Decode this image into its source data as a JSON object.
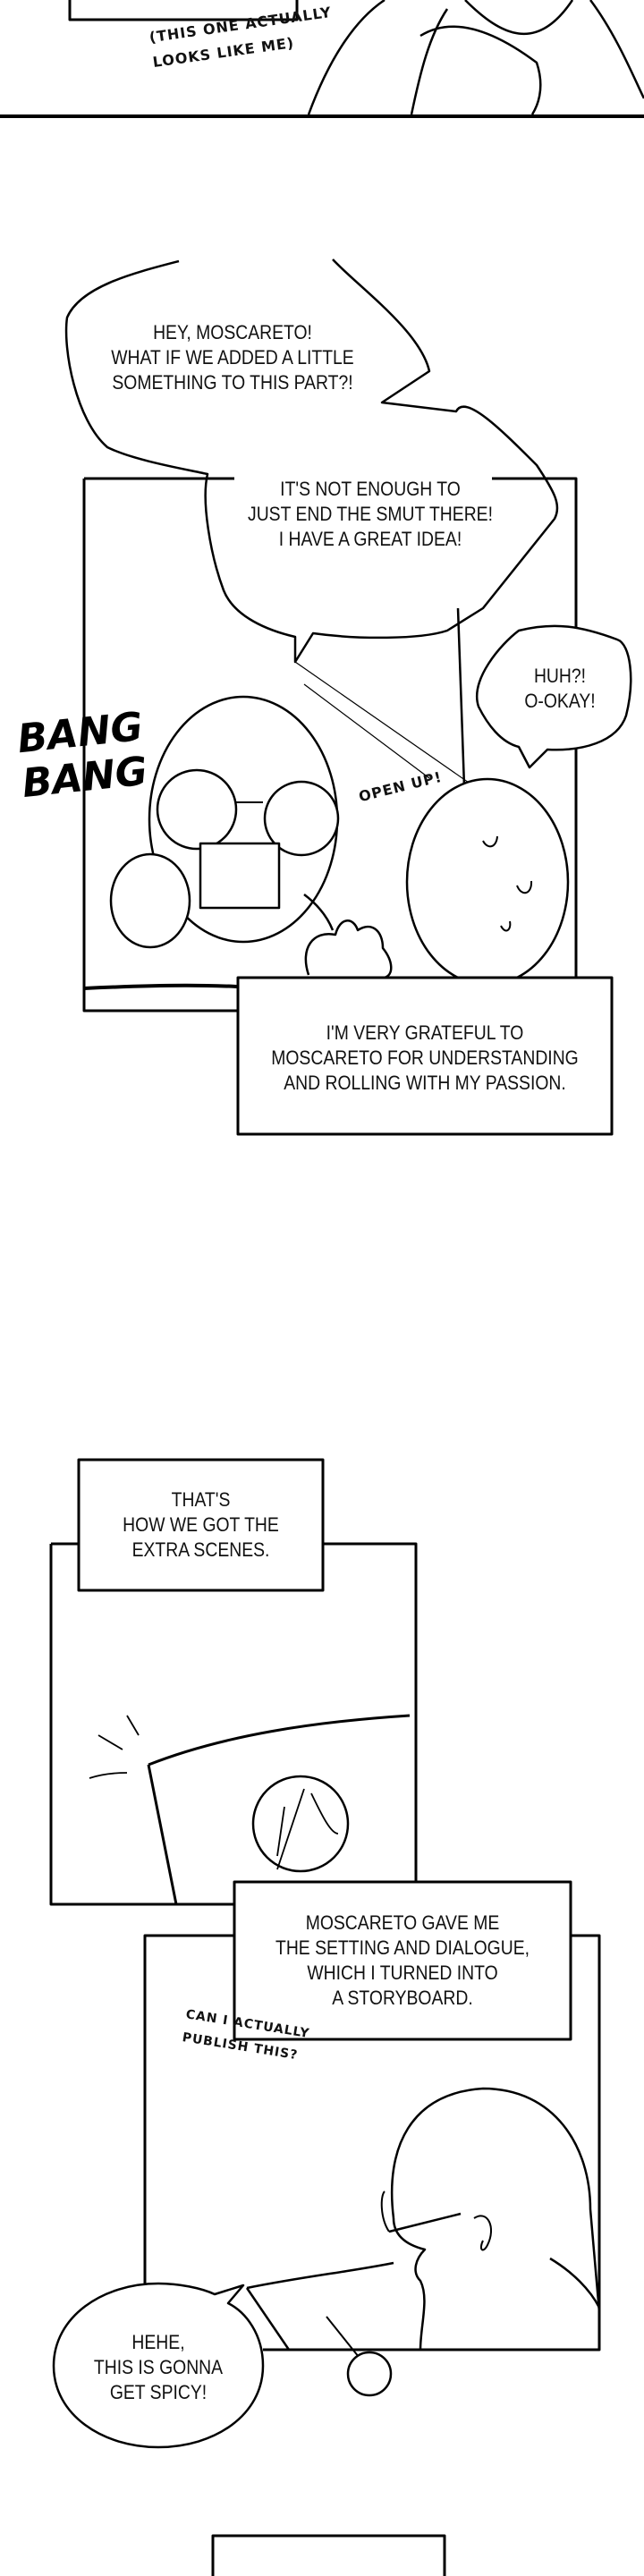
{
  "comic": {
    "aside_top": "(THIS ONE ACTUALLY\nLOOKS LIKE ME)",
    "bubble_hey": "HEY, MOSCARETO!\nWHAT IF WE ADDED A LITTLE\nSOMETHING TO THIS PART?!",
    "bubble_idea": "IT'S NOT ENOUGH TO\nJUST END THE SMUT THERE!\nI HAVE A GREAT IDEA!",
    "bubble_huh": "HUH?!\nO-OKAY!",
    "sfx_bang": "BANG\nBANG",
    "sfx_open": "OPEN UP!",
    "caption_grateful": "I'M VERY GRATEFUL TO\nMOSCARETO FOR UNDERSTANDING\nAND ROLLING WITH MY PASSION.",
    "caption_extra": "THAT'S\nHOW WE GOT THE\nEXTRA SCENES.",
    "caption_storyboard": "MOSCARETO GAVE ME\nTHE SETTING AND DIALOGUE,\nWHICH I TURNED INTO\nA STORYBOARD.",
    "aside_publish": "CAN I ACTUALLY\nPUBLISH THIS?",
    "bubble_spicy": "HEHE,\nTHIS IS GONNA\nGET SPICY!"
  }
}
